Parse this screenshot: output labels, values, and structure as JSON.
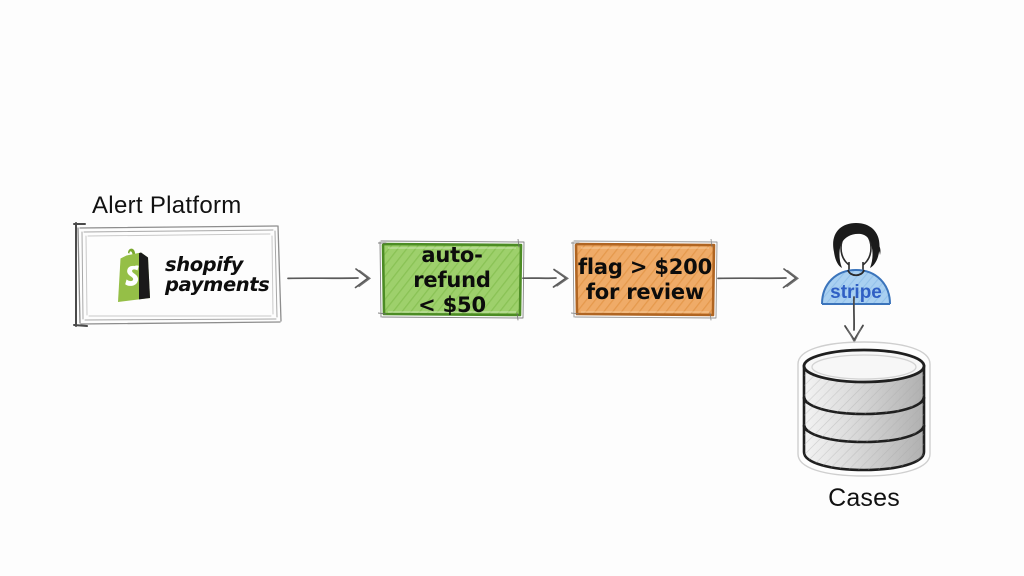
{
  "diagram": {
    "background_color": "#fdfdfd",
    "style": "hand-drawn sketch / whiteboard",
    "source": {
      "label": "Alert Platform",
      "logo_name": "shopify-payments-logo",
      "logo_text_line1": "shopify",
      "logo_text_line2": "payments",
      "logo_color": "#8cbf3f",
      "box_stroke": "#9a9a9a"
    },
    "steps": [
      {
        "id": "green",
        "name": "auto-refund-step",
        "line1": "auto-refund",
        "line2": "< $50",
        "fill": "#8fc95c",
        "stroke": "#4f8f2a"
      },
      {
        "id": "orange",
        "name": "flag-review-step",
        "line1": "flag  > $200",
        "line2": "for review",
        "fill": "#e79a4f",
        "stroke": "#b4661f"
      }
    ],
    "actor": {
      "name": "stripe-reviewer",
      "shirt_label": "stripe",
      "shirt_fill": "#9cc8ef",
      "shirt_text_color": "#2f5fc4",
      "hair_color": "#1b1b1b"
    },
    "datastore": {
      "name": "cases-database",
      "label": "Cases",
      "fill": "#e9e9e9",
      "stroke": "#1f1f1f"
    },
    "arrows": [
      {
        "name": "arrow-alert-to-autorefund",
        "direction": "right"
      },
      {
        "name": "arrow-autorefund-to-flag",
        "direction": "right"
      },
      {
        "name": "arrow-flag-to-stripe",
        "direction": "right"
      },
      {
        "name": "arrow-stripe-to-cases",
        "direction": "down"
      }
    ]
  }
}
